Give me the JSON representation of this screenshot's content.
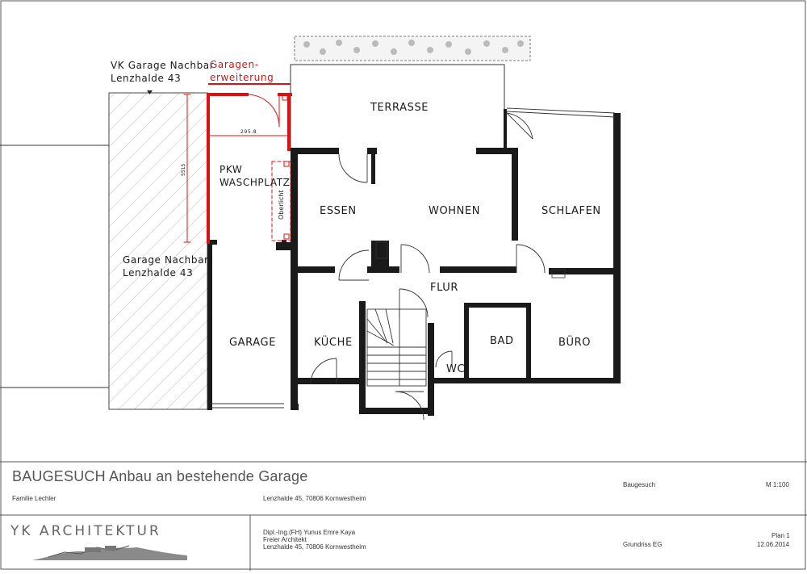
{
  "plan": {
    "neighbor_vk": {
      "line1": "VK Garage Nachbar",
      "line2": "Lenzhalde 43"
    },
    "extension": {
      "line1": "Garagen-",
      "line2": "erweiterung"
    },
    "neighbor_garage": {
      "line1": "Garage Nachbar",
      "line2": "Lenzhalde 43"
    },
    "wash": {
      "line1": "PKW",
      "line2": "WASCHPLATZ"
    },
    "skylight": "Oberlicht",
    "dim_vertical": "5515",
    "dim_horizontal": "295.8",
    "rooms": {
      "terrasse": "TERRASSE",
      "essen": "ESSEN",
      "wohnen": "WOHNEN",
      "schlafen": "SCHLAFEN",
      "flur": "FLUR",
      "garage": "GARAGE",
      "kueche": "KÜCHE",
      "bad": "BAD",
      "buero": "BÜRO",
      "wc": "WC"
    },
    "colors": {
      "wall": "#1a1a1a",
      "extension": "#e01010",
      "hatch": "#9a9a9a"
    }
  },
  "title_block": {
    "project": "BAUGESUCH Anbau an bestehende Garage",
    "client": "Familie Lechler",
    "site_address": "Lenzhalde 45, 70806 Kornwestheim",
    "phase": "Baugesuch",
    "scale": "M 1:100",
    "firm": "YK ARCHITEKTUR",
    "architect_line1": "Dipl.-Ing.(FH) Yunus Emre Kaya",
    "architect_line2": "Freier Architekt",
    "architect_line3": "Lenzhalde 45, 70806 Kornwestheim",
    "plan_no": "Plan 1",
    "drawing": "Grundriss EG",
    "date": "12.06.2014"
  }
}
